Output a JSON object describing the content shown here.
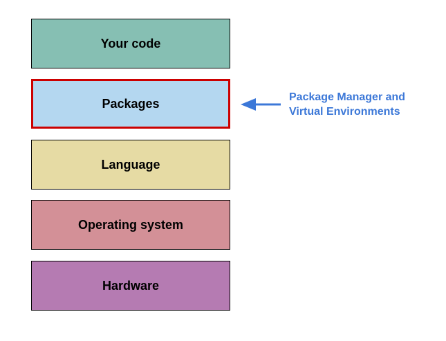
{
  "layers": [
    {
      "label": "Your code",
      "color": "#86bfb3"
    },
    {
      "label": "Packages",
      "color": "#b4d7f0",
      "highlight_border": "#cc0000"
    },
    {
      "label": "Language",
      "color": "#e6dba4"
    },
    {
      "label": "Operating system",
      "color": "#d39097"
    },
    {
      "label": "Hardware",
      "color": "#b57bb2"
    }
  ],
  "annotation": {
    "lines": [
      "Package Manager and",
      "Virtual Environments"
    ],
    "color": "#3c78d8",
    "points_to": "Packages",
    "icon": "left-arrow-icon"
  }
}
